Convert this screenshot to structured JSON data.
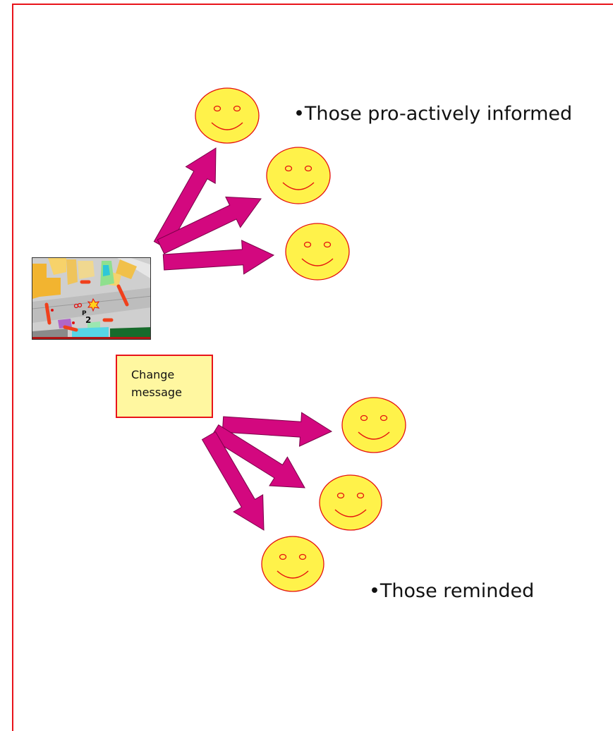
{
  "labels": {
    "top": "•Those pro-actively informed",
    "bottom": "•Those reminded"
  },
  "change_box": {
    "line1": "Change",
    "line2": "message"
  },
  "map": {
    "number_label": "2"
  },
  "icons": {
    "face": "smiley-face-icon",
    "arrow": "arrow-icon",
    "map": "map-thumbnail"
  },
  "colors": {
    "arrow_fill": "#d3087f",
    "arrow_stroke": "#7a0048",
    "face_fill": "#fff24a",
    "face_stroke": "#e5130f",
    "frame": "#e8131a",
    "change_box_fill": "#fff7a0"
  }
}
